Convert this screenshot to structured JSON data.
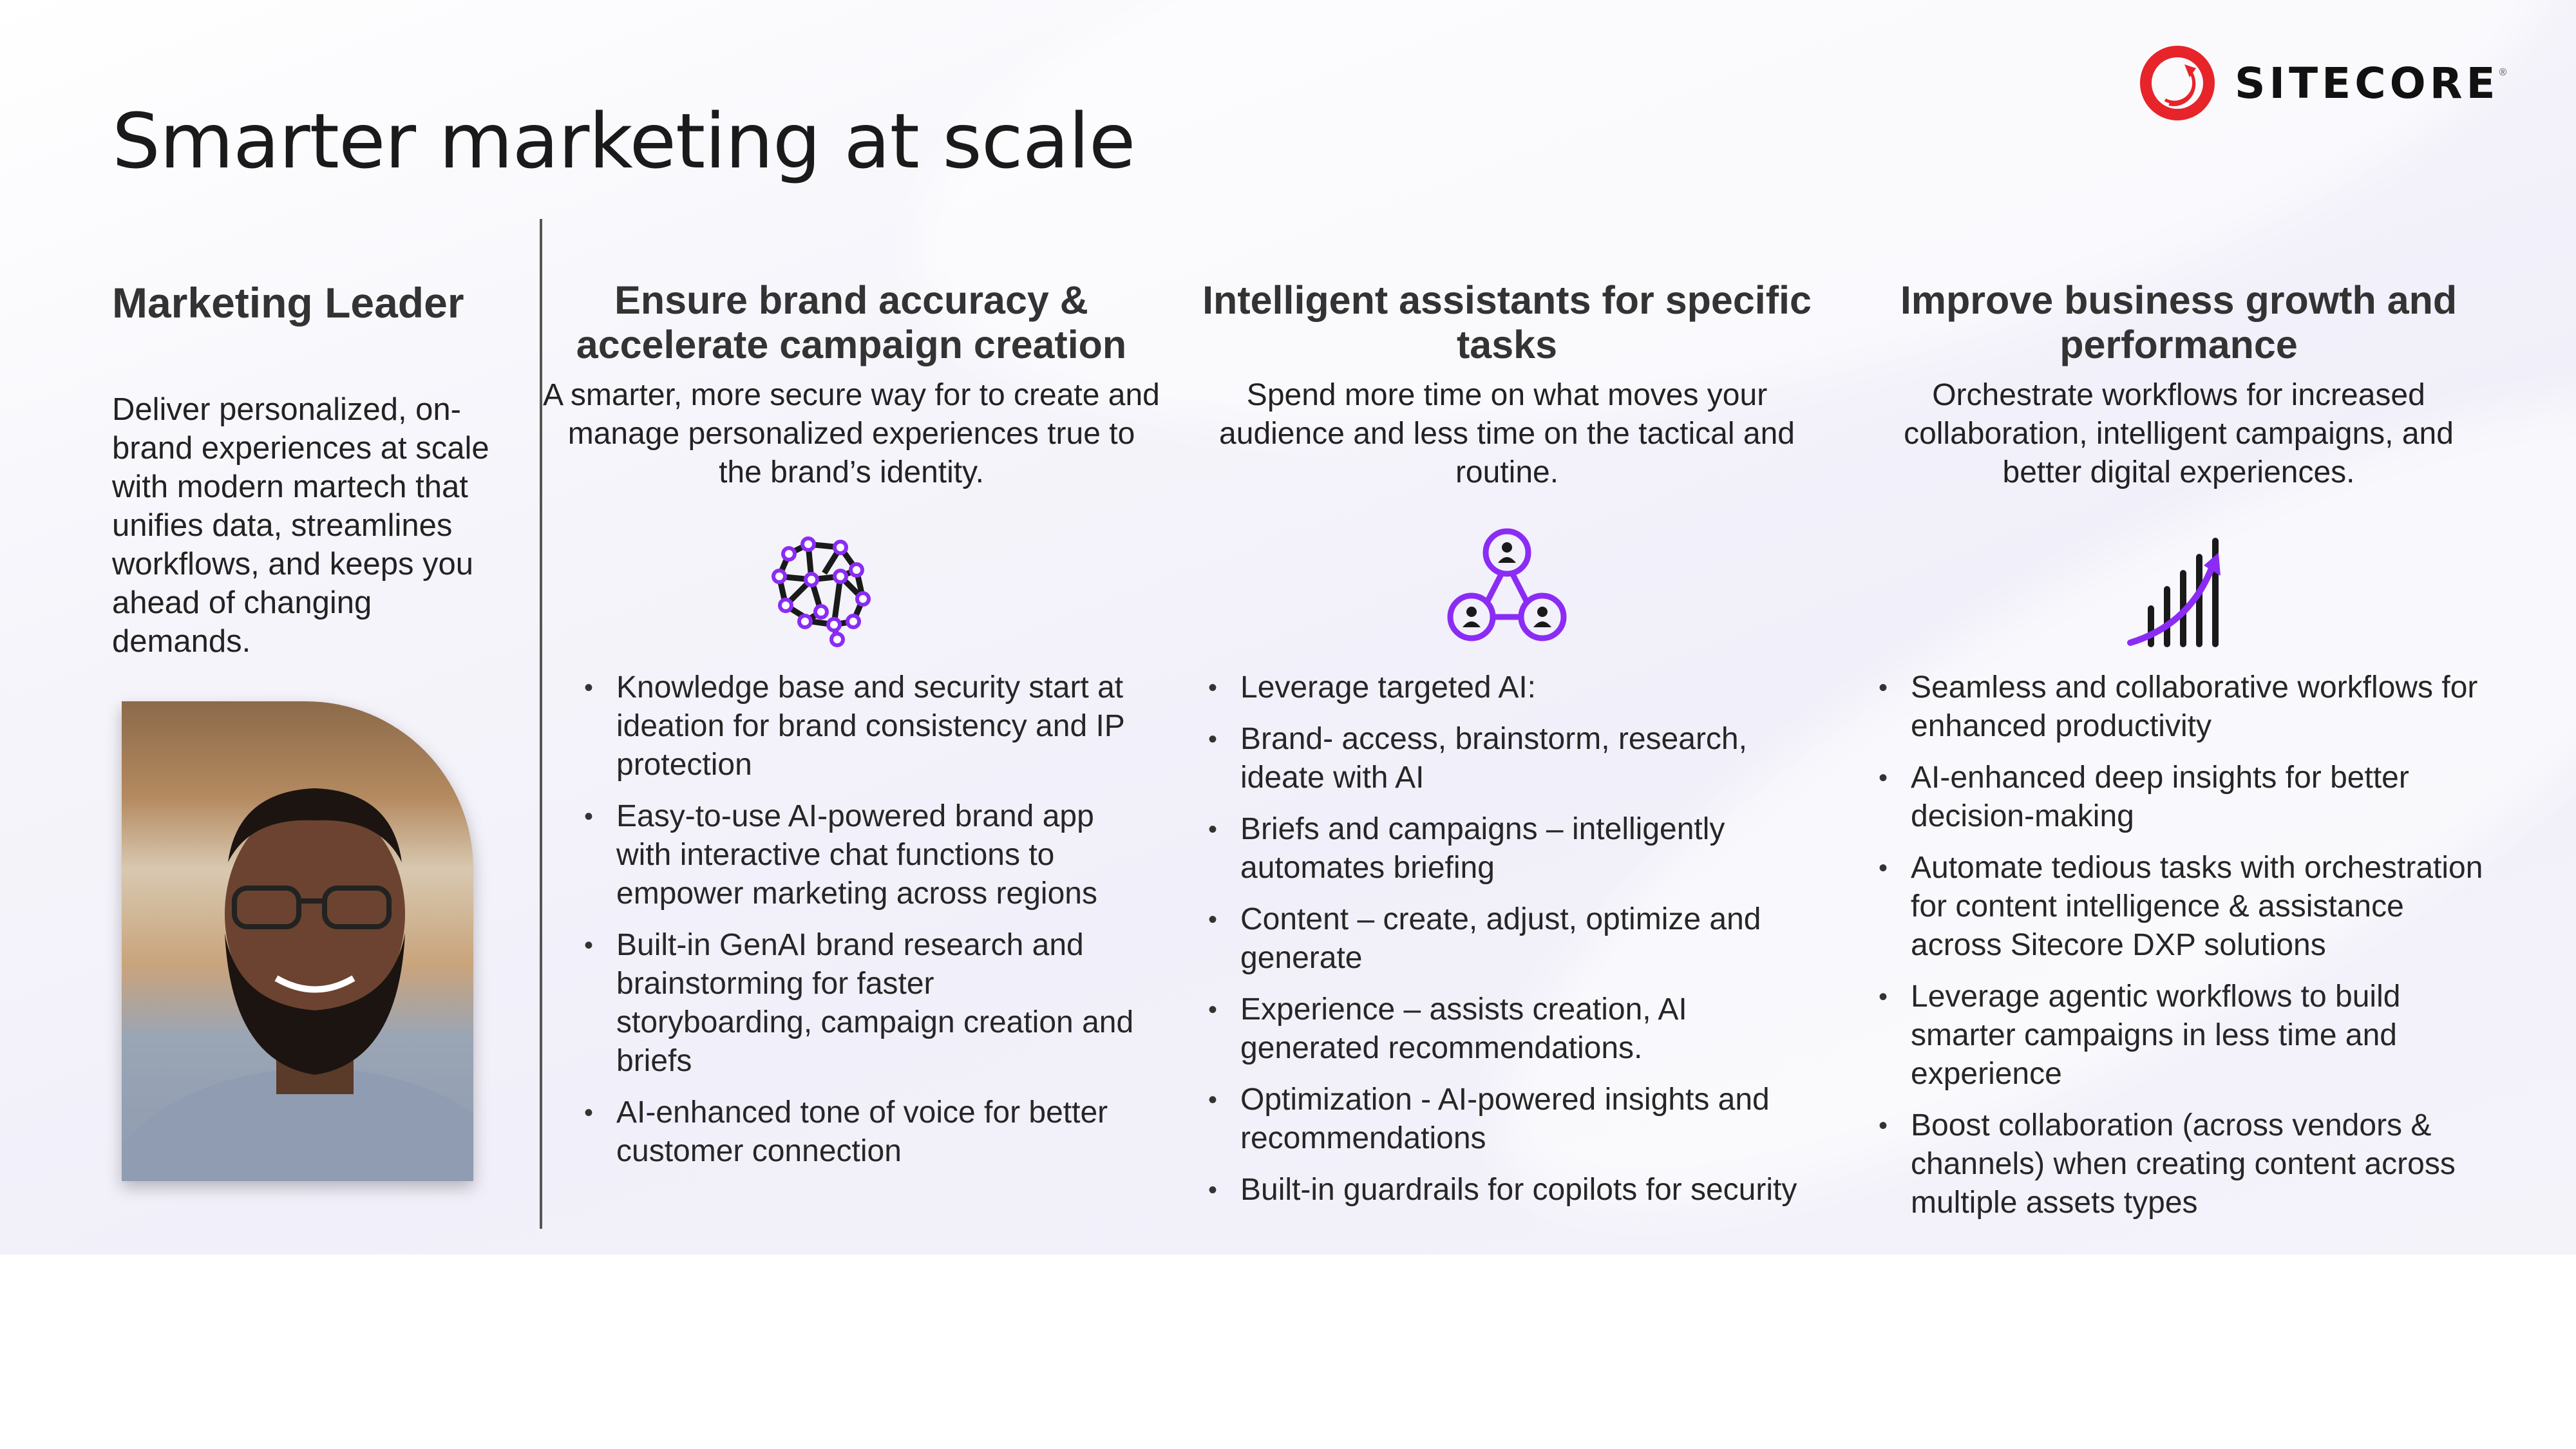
{
  "title": "Smarter marketing at scale",
  "logo": {
    "text": "SITECORE",
    "registered": "®",
    "brand_color": "#e6242a"
  },
  "accent_color": "#8b2cf5",
  "persona": {
    "title": "Marketing Leader",
    "description": "Deliver personalized, on-brand experiences at scale with modern martech that unifies data, streamlines workflows, and keeps you ahead of changing demands."
  },
  "columns": [
    {
      "heading": "Ensure brand accuracy & accelerate campaign creation",
      "description": "A smarter, more secure way for to create and manage personalized experiences true to the brand’s identity.",
      "icon": "brain-network-icon",
      "bullets": [
        "Knowledge base and security start at ideation for brand consistency and IP protection",
        "Easy-to-use AI-powered brand app with interactive chat functions to empower marketing across regions",
        "Built-in GenAI brand research and brainstorming for faster storyboarding, campaign creation and briefs",
        "AI-enhanced tone of voice for better customer connection"
      ]
    },
    {
      "heading": "Intelligent assistants for specific tasks",
      "description": "Spend more time on what moves your audience and less time on the tactical and routine.",
      "icon": "team-network-icon",
      "bullets": [
        "Leverage targeted AI:",
        "Brand- access, brainstorm, research, ideate with AI",
        "Briefs and campaigns – intelligently automates briefing",
        "Content – create, adjust, optimize and generate",
        "Experience – assists creation, AI generated recommendations.",
        "Optimization - AI-powered insights and recommendations",
        "Built-in guardrails for copilots for security"
      ]
    },
    {
      "heading": "Improve business growth and performance",
      "description": "Orchestrate workflows for increased collaboration, intelligent campaigns, and better digital experiences.",
      "icon": "growth-chart-icon",
      "bullets": [
        "Seamless and collaborative workflows for enhanced productivity",
        "AI-enhanced deep insights for better decision-making",
        "Automate tedious tasks with orchestration for content intelligence & assistance across Sitecore DXP solutions",
        "Leverage agentic workflows to build smarter campaigns in less time and experience",
        "Boost collaboration (across vendors & channels) when creating content across multiple assets types"
      ]
    }
  ]
}
